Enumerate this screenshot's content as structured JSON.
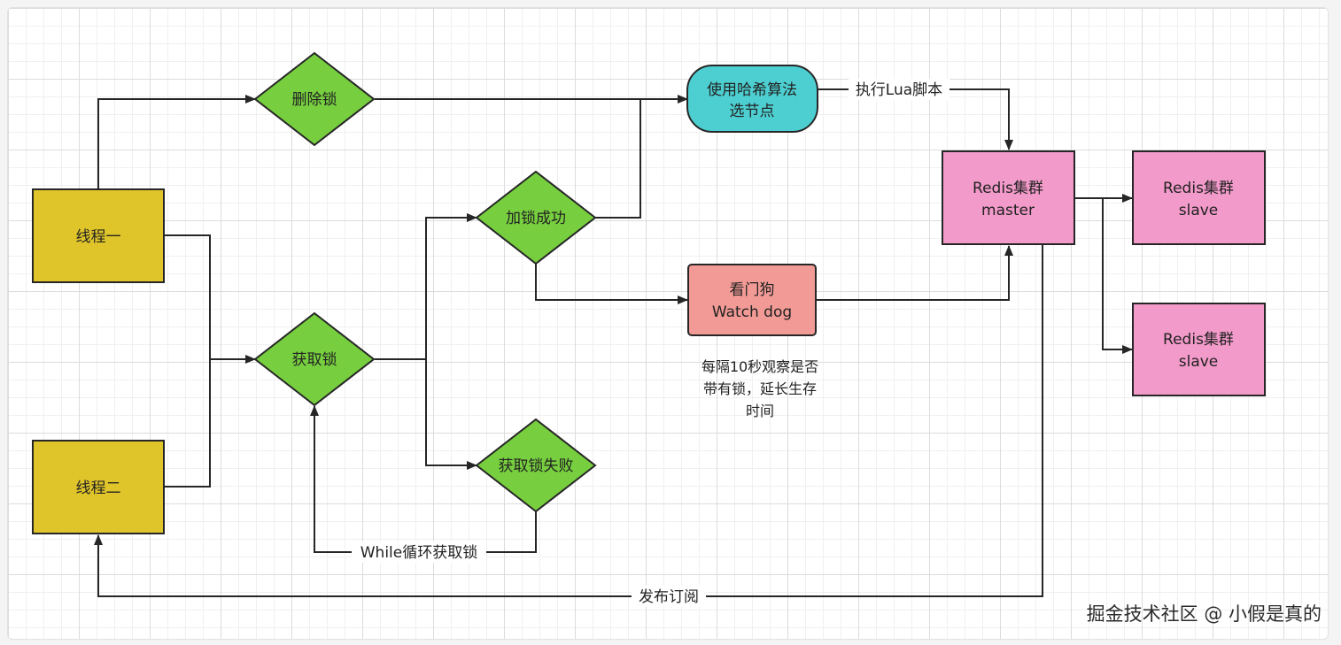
{
  "nodes": {
    "thread_one": {
      "label": "线程一",
      "color": "#e0c52a"
    },
    "thread_two": {
      "label": "线程二",
      "color": "#e0c52a"
    },
    "delete_lock": {
      "label": "删除锁",
      "color": "#77cf3f"
    },
    "acquire_lock": {
      "label": "获取锁",
      "color": "#77cf3f"
    },
    "lock_success": {
      "label": "加锁成功",
      "color": "#77cf3f"
    },
    "lock_failed": {
      "label": "获取锁失败",
      "color": "#77cf3f"
    },
    "hash_select": {
      "line1": "使用哈希算法",
      "line2": "选节点",
      "color": "#4dcfd1"
    },
    "watchdog": {
      "line1": "看门狗",
      "line2": "Watch dog",
      "color": "#f29b96"
    },
    "redis_master": {
      "line1": "Redis集群",
      "line2": "master",
      "color": "#f29ac9"
    },
    "redis_slave_1": {
      "line1": "Redis集群",
      "line2": "slave",
      "color": "#f29ac9"
    },
    "redis_slave_2": {
      "line1": "Redis集群",
      "line2": "slave",
      "color": "#f29ac9"
    }
  },
  "edge_labels": {
    "exec_lua": "执行Lua脚本",
    "while_loop": "While循环获取锁",
    "publish_subscribe": "发布订阅"
  },
  "note": {
    "line1": "每隔10秒观察是否",
    "line2": "带有锁，延长生存",
    "line3": "时间"
  },
  "watermark": "掘金技术社区 @ 小假是真的",
  "colors": {
    "stroke": "#262626",
    "grid": "#dcdcdc"
  }
}
